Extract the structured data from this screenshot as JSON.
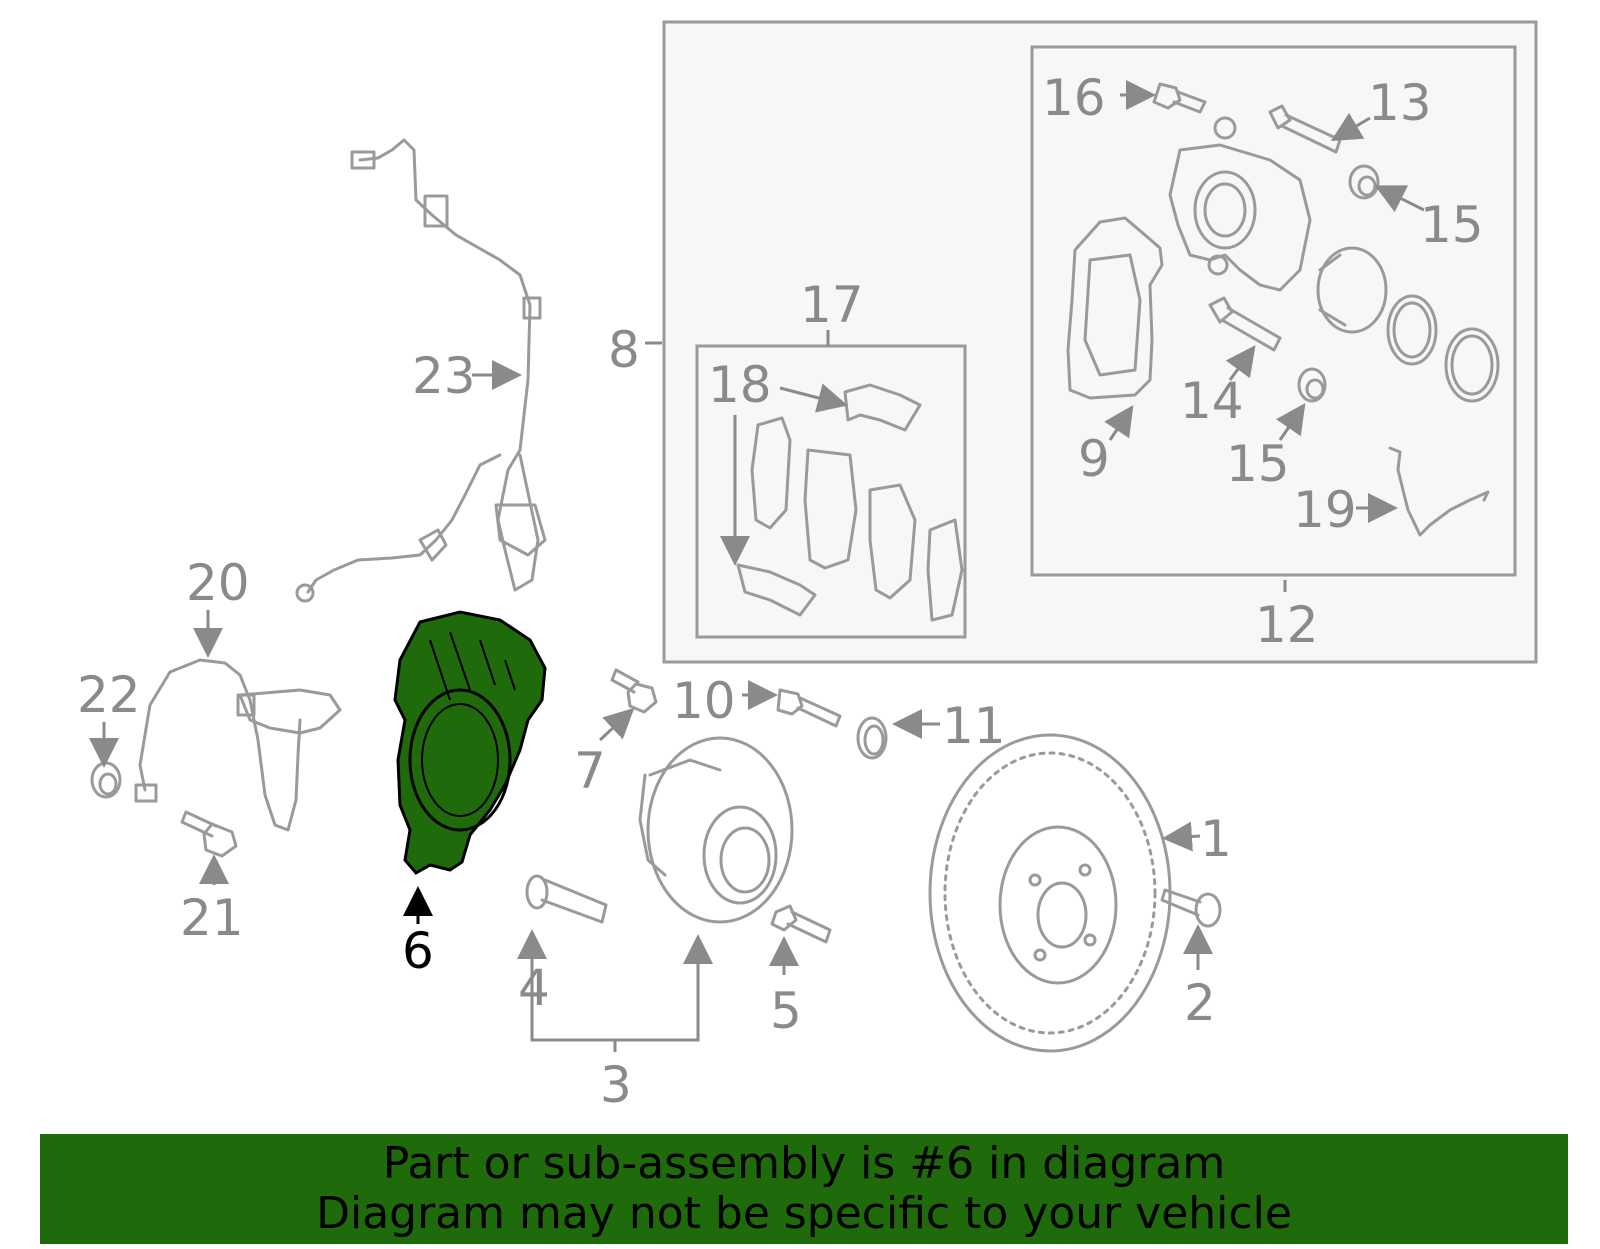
{
  "colors": {
    "highlight_fill": "#1f6b0b",
    "banner_background": "#1f6b0b",
    "part_line": "#9a9a9a",
    "callout_text": "#8a8a8a",
    "assembly_box_fill": "#f7f7f7",
    "highlight_label": "#000000"
  },
  "callouts": {
    "c1": "1",
    "c2": "2",
    "c3": "3",
    "c4": "4",
    "c5": "5",
    "c6": "6",
    "c7": "7",
    "c8": "8",
    "c9": "9",
    "c10": "10",
    "c11": "11",
    "c12": "12",
    "c13": "13",
    "c14": "14",
    "c15a": "15",
    "c15b": "15",
    "c16": "16",
    "c17": "17",
    "c18": "18",
    "c19": "19",
    "c20": "20",
    "c21": "21",
    "c22": "22",
    "c23": "23"
  },
  "highlighted_part": "6",
  "banner": {
    "line1": "Part or sub-assembly is #6 in diagram",
    "line2": "Diagram may not be specific to your vehicle"
  }
}
